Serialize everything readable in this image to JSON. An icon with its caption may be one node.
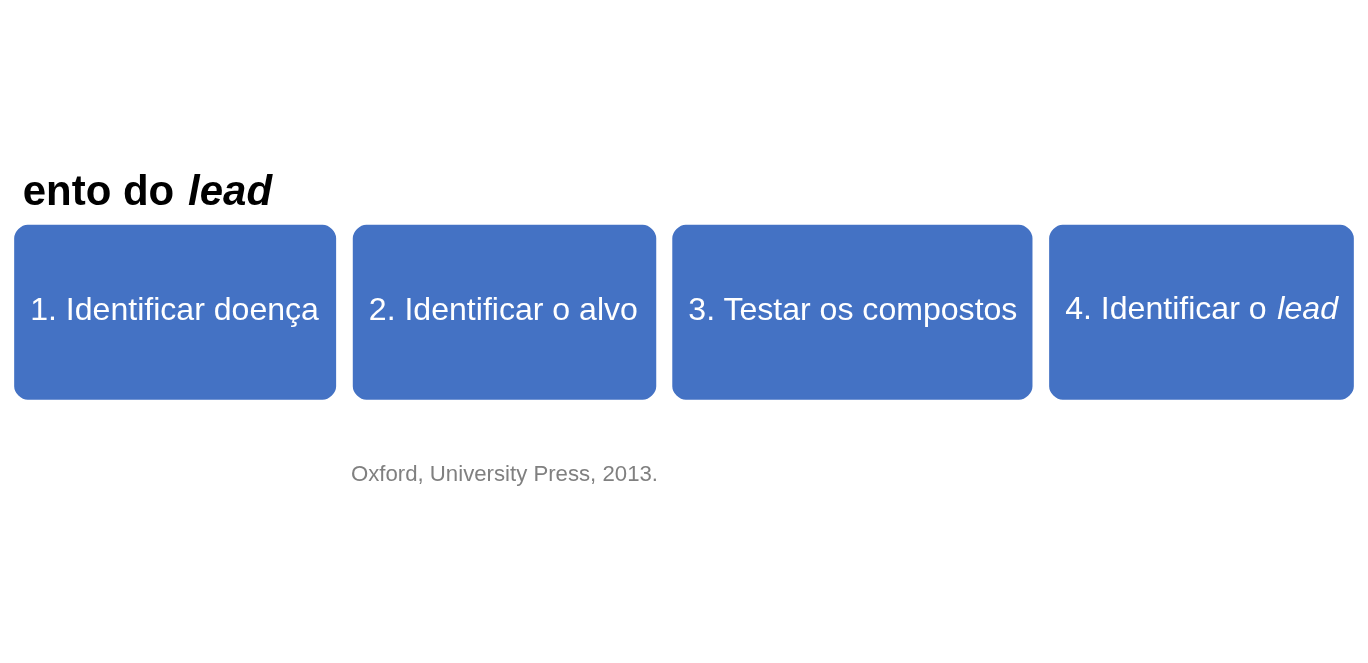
{
  "diagram": {
    "title": "ento do *lead*",
    "nodes": [
      {
        "text": [
          "1. Identificar doença"
        ]
      },
      {
        "text": [
          "2. Identificar o alvo"
        ]
      },
      {
        "text": [
          "3. Testar os compostos"
        ]
      },
      {
        "text": [
          "4. Identificar o *lead*"
        ]
      }
    ],
    "edges": [],
    "labels": [
      "Oxford, University Press, 2013."
    ]
  }
}
